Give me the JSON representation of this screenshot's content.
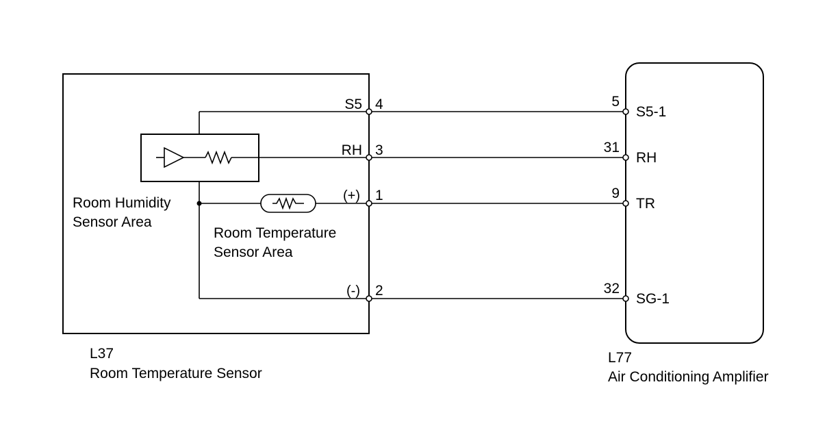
{
  "sensor": {
    "code": "L37",
    "name": "Room Temperature Sensor",
    "humidity_area_line1": "Room Humidity",
    "humidity_area_line2": "Sensor Area",
    "temp_area_line1": "Room Temperature",
    "temp_area_line2": "Sensor Area",
    "terminals": [
      {
        "name": "S5",
        "pin": "4"
      },
      {
        "name": "RH",
        "pin": "3"
      },
      {
        "name": "(+)",
        "pin": "1"
      },
      {
        "name": "(-)",
        "pin": "2"
      }
    ]
  },
  "amplifier": {
    "code": "L77",
    "name": "Air Conditioning Amplifier",
    "terminals": [
      {
        "name": "S5-1",
        "pin": "5"
      },
      {
        "name": "RH",
        "pin": "31"
      },
      {
        "name": "TR",
        "pin": "9"
      },
      {
        "name": "SG-1",
        "pin": "32"
      }
    ]
  }
}
